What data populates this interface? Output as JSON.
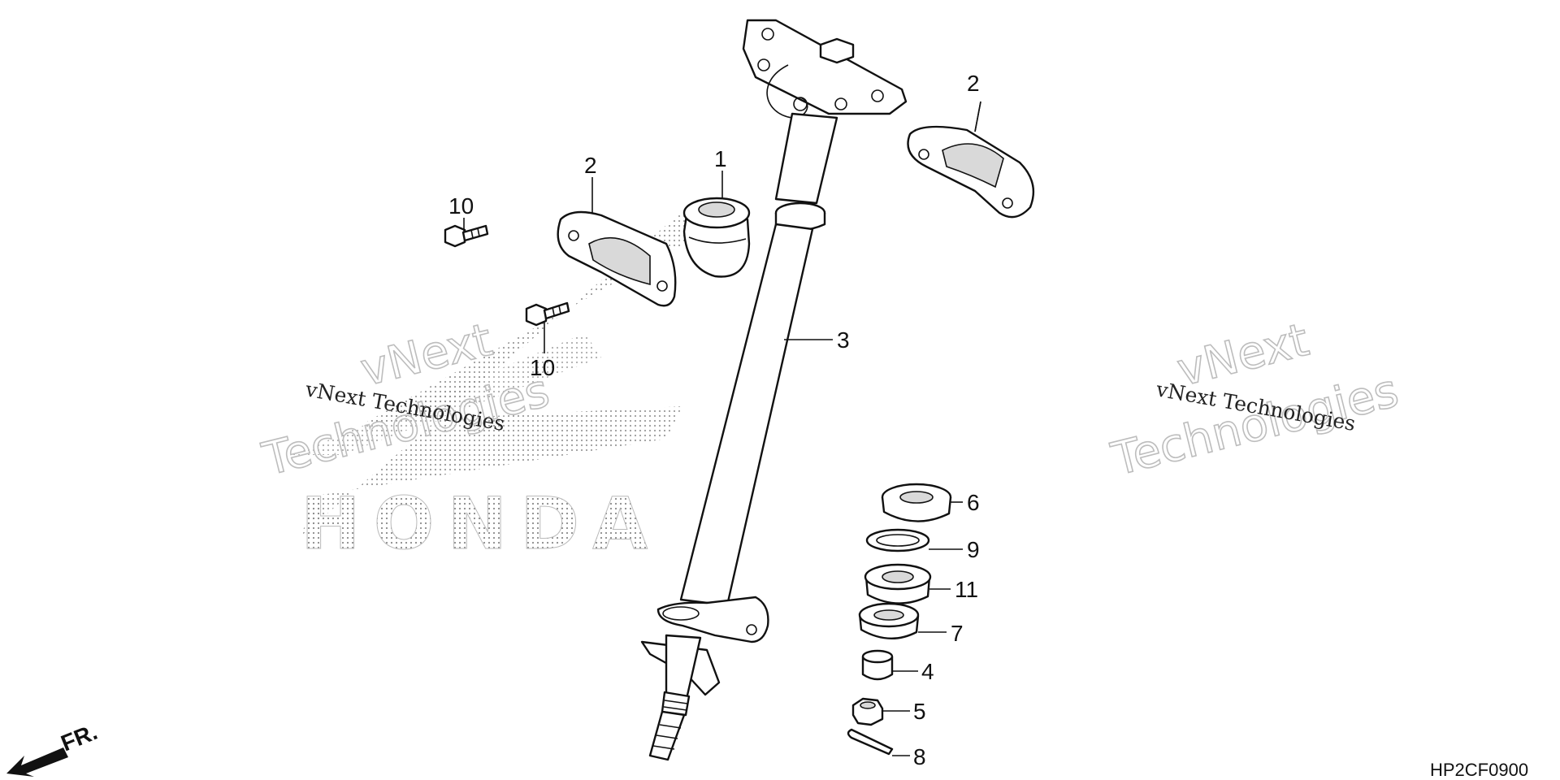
{
  "diagram": {
    "code": "HP2CF0900",
    "front_label": "FR.",
    "callouts": [
      "1",
      "2",
      "2",
      "3",
      "4",
      "5",
      "6",
      "7",
      "8",
      "9",
      "10",
      "10",
      "11"
    ],
    "watermarks": {
      "line1": "vNext Technologies",
      "line2a": "vNext",
      "line2b": "Technologies"
    },
    "logo_text": "HONDA"
  }
}
